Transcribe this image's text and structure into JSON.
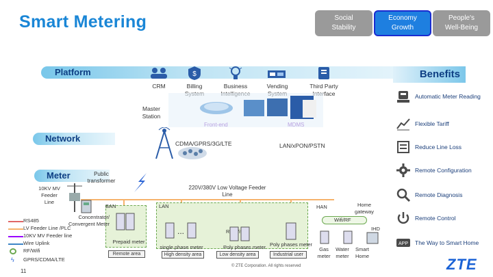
{
  "header": {
    "title": "Smart Metering",
    "tabs": [
      {
        "label": "Social\nStability"
      },
      {
        "label": "Economy\nGrowth"
      },
      {
        "label": "People's\nWell-Being"
      }
    ]
  },
  "bands": {
    "platform": "Platform",
    "network": "Network",
    "meter": "Meter",
    "benefits": "Benefits"
  },
  "platform": {
    "crm": "CRM",
    "billing": "Billing\nSystem",
    "business": "Business\nIntelligence",
    "vending": "Vending\nSystem",
    "third_party": "Third Party\nInterface",
    "master_station": "Master\nStation",
    "front_end": "Front-end",
    "mdms": "MDMS"
  },
  "network": {
    "wireless": "CDMA/GPRS/3G/LTE",
    "wired": "LAN/xPON/PSTN"
  },
  "meter": {
    "public_transformer": "Public\ntransformer",
    "feeder_line": "10KV MV\nFeeder\nLine",
    "lv_line": "220V/380V Low Voltage Feeder\nLine",
    "ban": "BAN",
    "lan": "LAN",
    "han": "HAN",
    "concentrator": "Concentrator/\nConvergent Meter",
    "home_gateway": "Home\ngateway",
    "wifi_rf": "Wifi/RF",
    "ihd": "IHD",
    "rf_wifi": "RF/Wifi",
    "prepaid_meter": "Prepaid meter",
    "remote_area": "Remote area",
    "single_phase": "single phase meter",
    "high_density": "High density area",
    "poly_phases_1": "Poly phases meter",
    "low_density": "Low density area",
    "poly_phases_2": "Poly phases meter",
    "industrial_user": "Industrial user",
    "gas_meter": "Gas\nmeter",
    "water_meter": "Water\nmeter",
    "smart_home": "Smart\nHome"
  },
  "legend": [
    {
      "label": "RS485"
    },
    {
      "label": "LV Feeder Line /PLC"
    },
    {
      "label": "10KV MV Feeder line"
    },
    {
      "label": "Wire Uplink"
    },
    {
      "label": "RF/Wifi"
    },
    {
      "label": "GPRS/CDMA/LTE"
    }
  ],
  "benefits": [
    {
      "label": "Automatic Meter Reading",
      "icon": "meter-reading-icon"
    },
    {
      "label": "Flexible Tariff",
      "icon": "tariff-chart-icon"
    },
    {
      "label": "Reduce Line Loss",
      "icon": "line-loss-icon"
    },
    {
      "label": "Remote Configuration",
      "icon": "gear-icon"
    },
    {
      "label": "Remote Diagnosis",
      "icon": "magnifier-icon"
    },
    {
      "label": "Remote Control",
      "icon": "power-icon"
    },
    {
      "label": "The Way to Smart Home",
      "icon": "app-icon"
    }
  ],
  "footer": {
    "page_number": "11",
    "copyright": "© ZTE Corporation. All rights reserved",
    "logo": "ZTE"
  },
  "colors": {
    "title_blue": "#1a86d6",
    "band_navy": "#0e3f84",
    "tab_active": "#1e7fe0",
    "tab_inactive": "#9a9a9a",
    "rs485": "#e06666",
    "lv_plc": "#f6b26b",
    "mv_line": "#9900ff",
    "wire_uplink": "#3d85c6",
    "rf_wifi": "#6aa84f",
    "gprs": "#2c65d6"
  }
}
